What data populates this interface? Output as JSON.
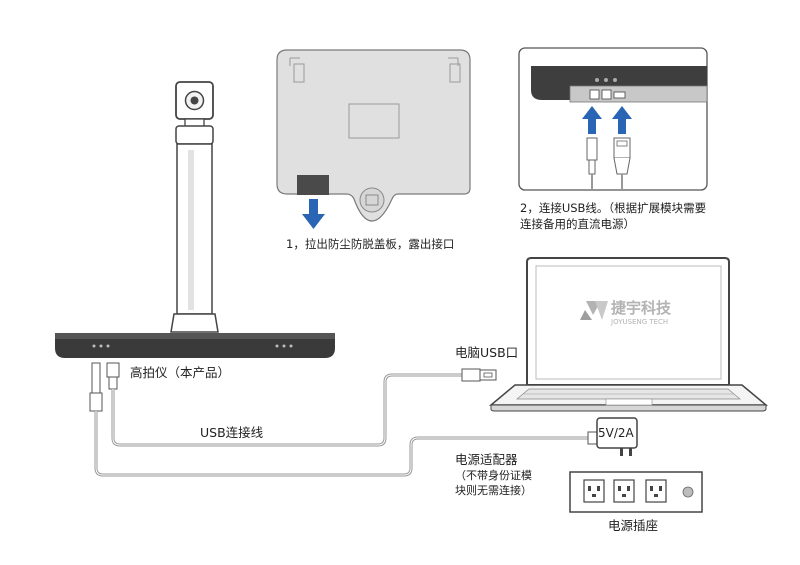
{
  "step1": {
    "caption": "1，拉出防尘防脱盖板，露出接口"
  },
  "step2": {
    "caption_line1": "2，连接USB线。（根据扩展模块需要",
    "caption_line2": "连接备用的直流电源）"
  },
  "scanner": {
    "label": "高拍仪（本产品）"
  },
  "usb_cable": {
    "label": "USB连接线"
  },
  "laptop": {
    "usb_label": "电脑USB口",
    "logo_text": "捷宇科技",
    "logo_subtext": "JOYUSENG TECH"
  },
  "adapter": {
    "rating": "5V/2A",
    "title": "电源适配器",
    "note_line1": "（不带身份证模",
    "note_line2": "块则无需连接）"
  },
  "socket": {
    "label": "电源插座"
  },
  "colors": {
    "arrow_blue": "#2a64b4",
    "device_dark": "#3a3a3a",
    "panel_gray": "#dcdcdc",
    "outline": "#555555",
    "logo_gray": "#b3b3b3"
  }
}
